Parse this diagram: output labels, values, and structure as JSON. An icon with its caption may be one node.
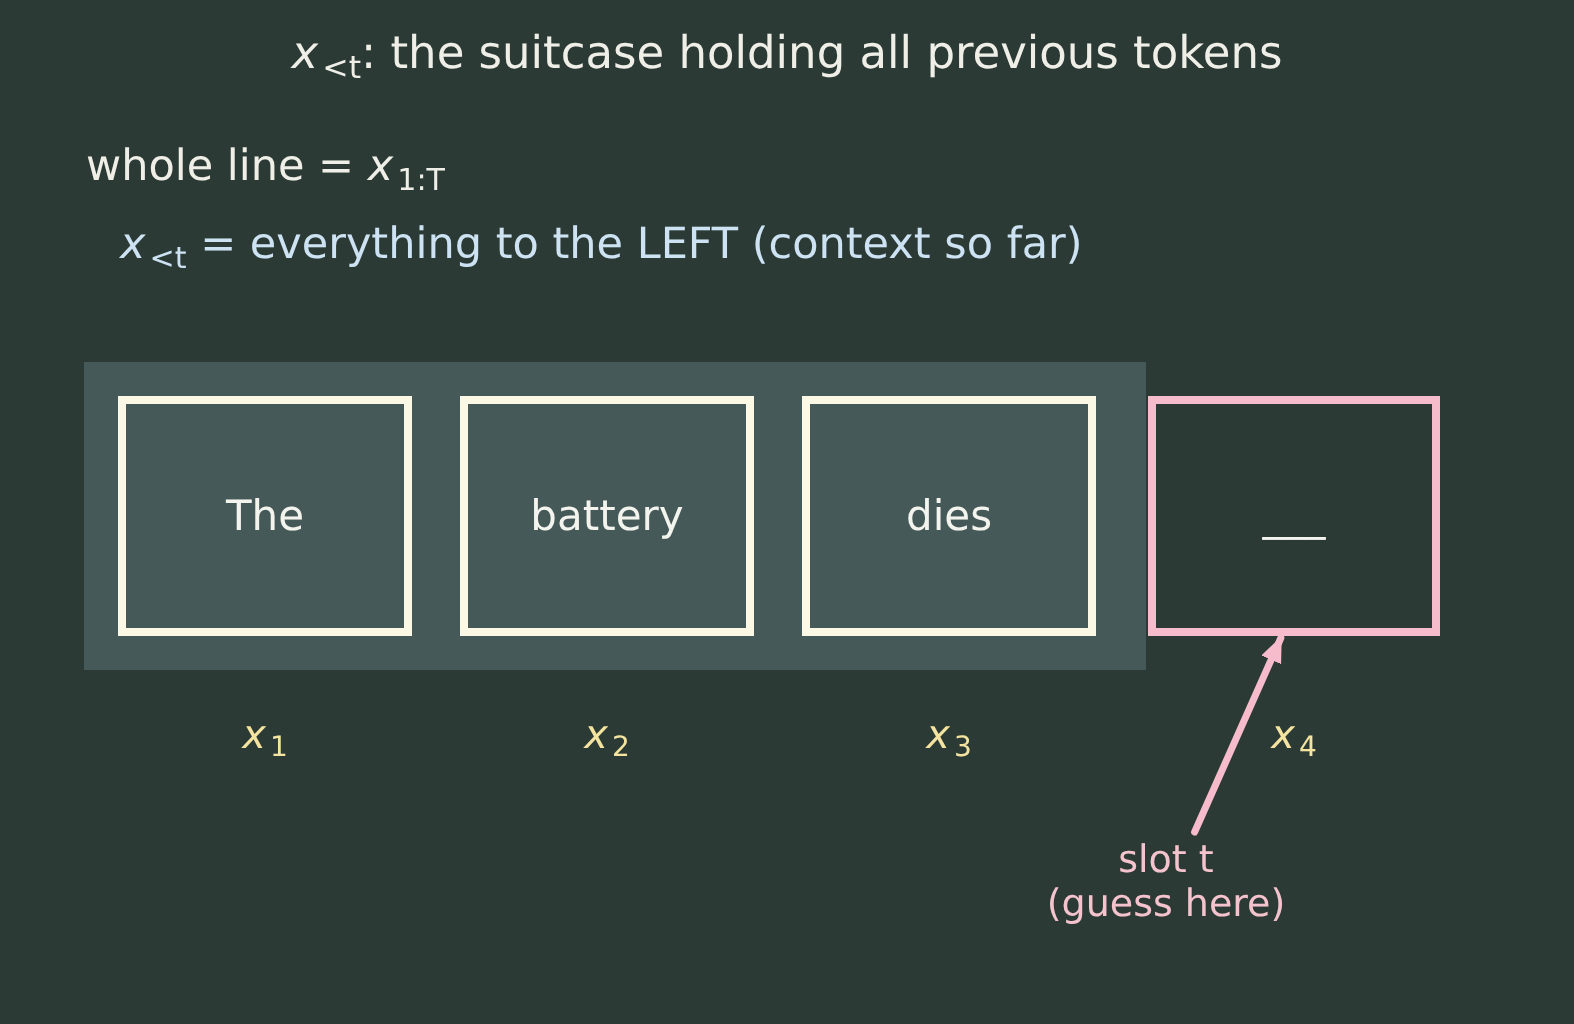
{
  "diagram": {
    "title": "*x*$_{<t}$: the suitcase holding all previous tokens",
    "nodes": [
      {
        "text": [],
        "shape": "box"
      },
      {
        "text": [
          "The"
        ],
        "in": 0,
        "beside": [
          "*x*$_{1}$"
        ]
      },
      {
        "text": [
          "battery"
        ],
        "in": 0,
        "beside": [
          "*x*$_{2}$"
        ]
      },
      {
        "text": [
          "dies"
        ],
        "in": 0,
        "beside": [
          "*x*$_{3}$"
        ]
      },
      {
        "text": [
          "___"
        ],
        "beside": [
          "*x*$_{4}$"
        ]
      },
      {
        "text": [
          "slot t (guess here)"
        ]
      }
    ],
    "edges": [
      {
        "from": 5,
        "to": 4,
        "arrow": "to",
        "color": "#f6bccb"
      }
    ],
    "labels": [
      "whole line = *x*$_{1:T}$",
      "*x*$_{<t}$ = everything to the LEFT (context so far)"
    ]
  }
}
